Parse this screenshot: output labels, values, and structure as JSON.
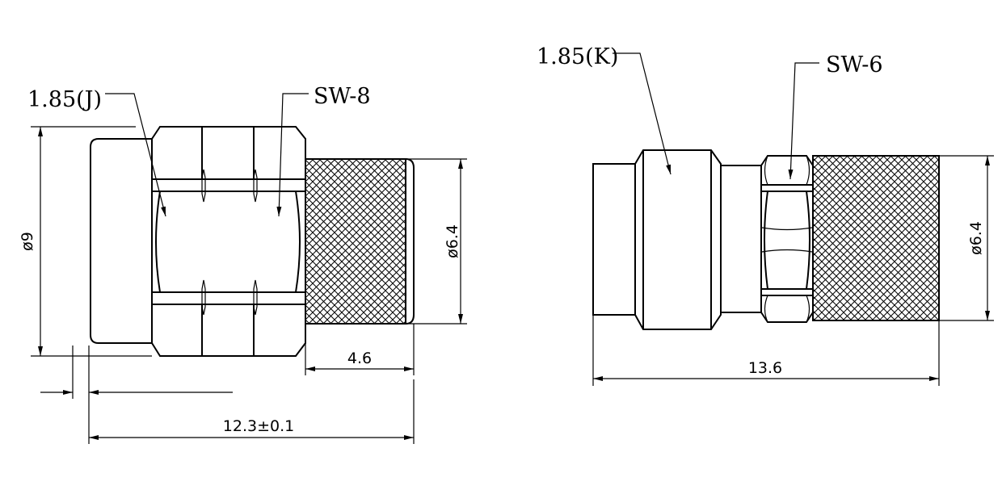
{
  "left_part": {
    "type_label": "1.85(J)",
    "wrench_label": "SW-8",
    "dim_body_diameter": "ø9",
    "dim_knurl_diameter": "ø6.4",
    "dim_knurl_length": "4.6",
    "dim_overall_length": "12.3±0.1"
  },
  "right_part": {
    "type_label": "1.85(K)",
    "wrench_label": "SW-6",
    "dim_knurl_diameter": "ø6.4",
    "dim_overall_length": "13.6"
  },
  "colors": {
    "line": "#000000",
    "background": "#ffffff"
  }
}
